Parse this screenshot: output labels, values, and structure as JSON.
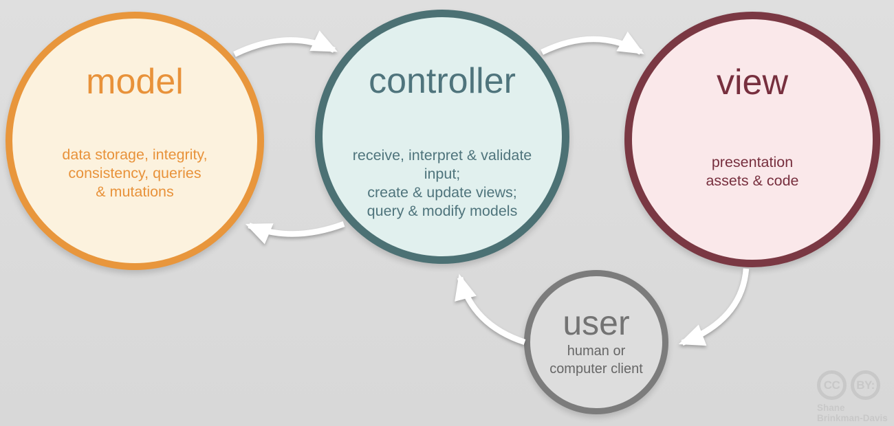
{
  "background_color": "#DCDCDC",
  "arrow_color": "#FFFFFF",
  "nodes": {
    "model": {
      "label": "model",
      "description_lines": [
        "data storage, integrity,",
        "consistency, queries",
        "& mutations"
      ],
      "border_color": "#E8963C",
      "fill_color": "#FCF2DE",
      "text_color": "#E8923A"
    },
    "controller": {
      "label": "controller",
      "description_lines": [
        "receive, interpret & validate input;",
        "create & update views;",
        "query & modify models"
      ],
      "border_color": "#4C7174",
      "fill_color": "#E1F0EE",
      "text_color": "#4F747C"
    },
    "view": {
      "label": "view",
      "description_lines": [
        "presentation",
        "assets & code"
      ],
      "border_color": "#7A3843",
      "fill_color": "#FAE8EA",
      "text_color": "#772F3E"
    },
    "user": {
      "label": "user",
      "description_lines": [
        "human or",
        "computer client"
      ],
      "border_color": "#7C7C7C",
      "fill_color": "#DDDDDD",
      "text_color": "#737373",
      "description_color": "#666666"
    }
  },
  "arrows": [
    {
      "id": "model-to-controller",
      "from": "model",
      "to": "controller"
    },
    {
      "id": "controller-to-view",
      "from": "controller",
      "to": "view"
    },
    {
      "id": "controller-to-model",
      "from": "controller",
      "to": "model"
    },
    {
      "id": "view-to-user",
      "from": "view",
      "to": "user"
    },
    {
      "id": "user-to-controller",
      "from": "user",
      "to": "controller"
    }
  ],
  "attribution": {
    "badge1": "CC",
    "badge2": "BY:",
    "name_line1": "Shane",
    "name_line2": "Brinkman-Davis",
    "color": "#C8C8C8"
  }
}
